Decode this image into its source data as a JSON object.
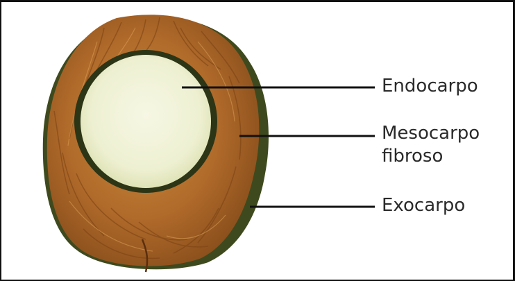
{
  "labels": {
    "endocarpo": "Endocarpo",
    "mesocarpo_line1": "Mesocarpo",
    "mesocarpo_line2": "fibroso",
    "exocarpo": "Exocarpo"
  },
  "colors": {
    "husk": "#b06a2a",
    "husk_dark": "#7a4214",
    "rind_green": "#3e4a1e",
    "shell_dark": "#2c3516",
    "endosperm": "#f2f3dc",
    "leader_line": "#111111",
    "text": "#2a2a2a"
  }
}
